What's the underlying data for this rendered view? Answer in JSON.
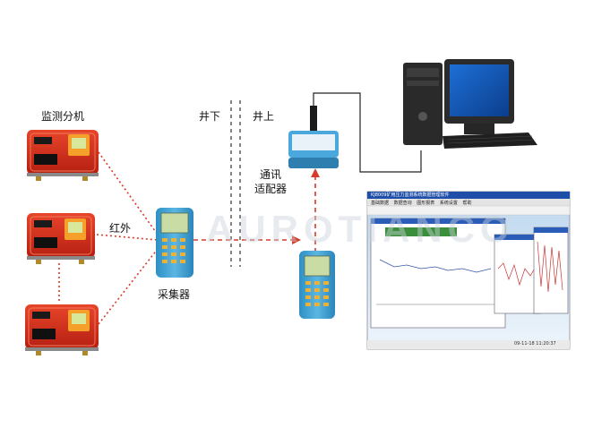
{
  "labels": {
    "monitor_unit": "监测分机",
    "underground": "井下",
    "aboveground": "井上",
    "infrared": "红外",
    "collector": "采集器",
    "comm_adapter_line1": "通讯",
    "comm_adapter_line2": "适配器"
  },
  "watermark": "AUROTIANCO",
  "screen_window": {
    "title": "KJ8009矿用压力监测系统数据管理软件",
    "menu": [
      "基础数据",
      "数据查询",
      "图形报表",
      "系统设置",
      "帮助"
    ],
    "status": "09-11-18  11:20:37"
  },
  "colors": {
    "device_red": "#d0281c",
    "device_orange": "#f08a1e",
    "handheld_blue": "#3a9fd0",
    "dotted_red": "#d83a2a",
    "screen_bg": "#d6e6f4"
  }
}
